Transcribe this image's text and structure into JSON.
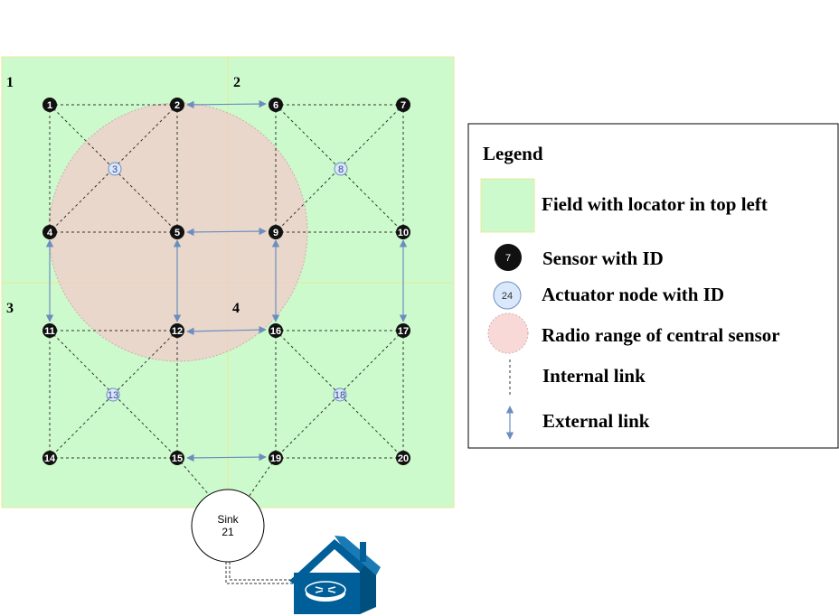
{
  "colors": {
    "field_fill": "#ccfacc",
    "field_stroke": "#e8e89a",
    "radio_fill": "#f3c9c9",
    "sensor_fill": "#111111",
    "actuator_fill": "#dae8fc",
    "actuator_stroke": "#6c8ebf",
    "external_link": "#6c8ebf",
    "router_blue": "#005f99"
  },
  "fields": [
    {
      "label": "1"
    },
    {
      "label": "2"
    },
    {
      "label": "3"
    },
    {
      "label": "4"
    }
  ],
  "sensors": [
    "1",
    "2",
    "4",
    "5",
    "6",
    "7",
    "9",
    "10",
    "11",
    "12",
    "14",
    "15",
    "16",
    "17",
    "19",
    "20"
  ],
  "actuators": [
    "3",
    "8",
    "13",
    "18"
  ],
  "sink": {
    "title": "Sink",
    "id": "21"
  },
  "legend": {
    "title": "Legend",
    "field": "Field with locator in top left",
    "sensor": "Sensor with ID",
    "sensor_example_id": "7",
    "actuator": "Actuator node with ID",
    "actuator_example_id": "24",
    "radio": "Radio range of central sensor",
    "internal_link": "Internal link",
    "external_link": "External link"
  },
  "icons": {
    "gateway": "house-router-icon"
  }
}
